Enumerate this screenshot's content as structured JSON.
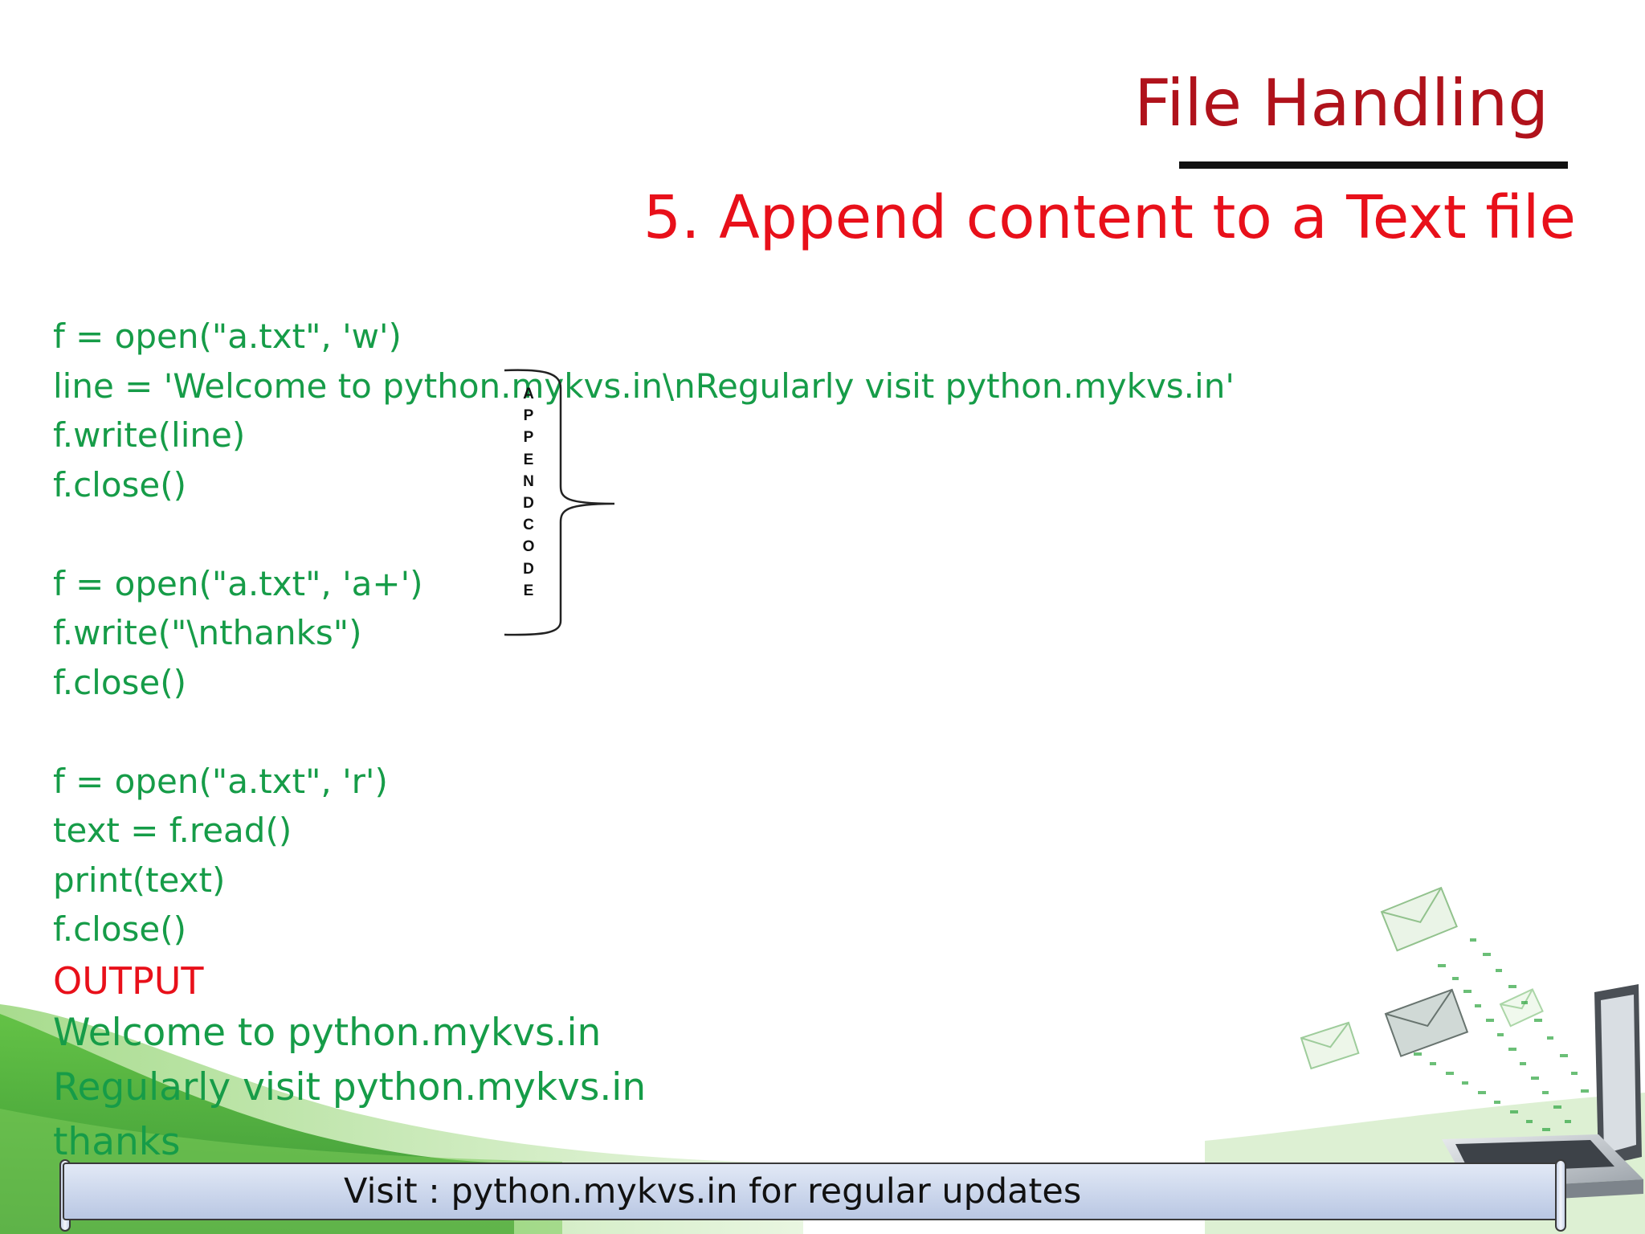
{
  "slide": {
    "title": "File Handling",
    "subtitle": "5. Append content to a Text file"
  },
  "code_lines": [
    "f = open(\"a.txt\", 'w')",
    "line = 'Welcome to python.mykvs.in\\nRegularly visit python.mykvs.in'",
    "f.write(line)",
    "f.close()",
    "",
    "f = open(\"a.txt\", 'a+')",
    "f.write(\"\\nthanks\")",
    "f.close()",
    "",
    "f = open(\"a.txt\", 'r')",
    "text = f.read()",
    "print(text)",
    "f.close()"
  ],
  "output": {
    "label": "OUTPUT",
    "lines": [
      "Welcome to python.mykvs.in",
      "Regularly visit python.mykvs.in",
      "thanks"
    ]
  },
  "annotation": {
    "brace_label": "APPENDCODE"
  },
  "footer": {
    "text": "Visit : python.mykvs.in for regular updates"
  },
  "colors": {
    "title": "#b0121b",
    "subtitle": "#e8101a",
    "code": "#169c48",
    "output_label": "#e8101a",
    "footer_banner": "#c9d4ea"
  },
  "icons": [
    "laptop-icon",
    "envelope-icon"
  ]
}
